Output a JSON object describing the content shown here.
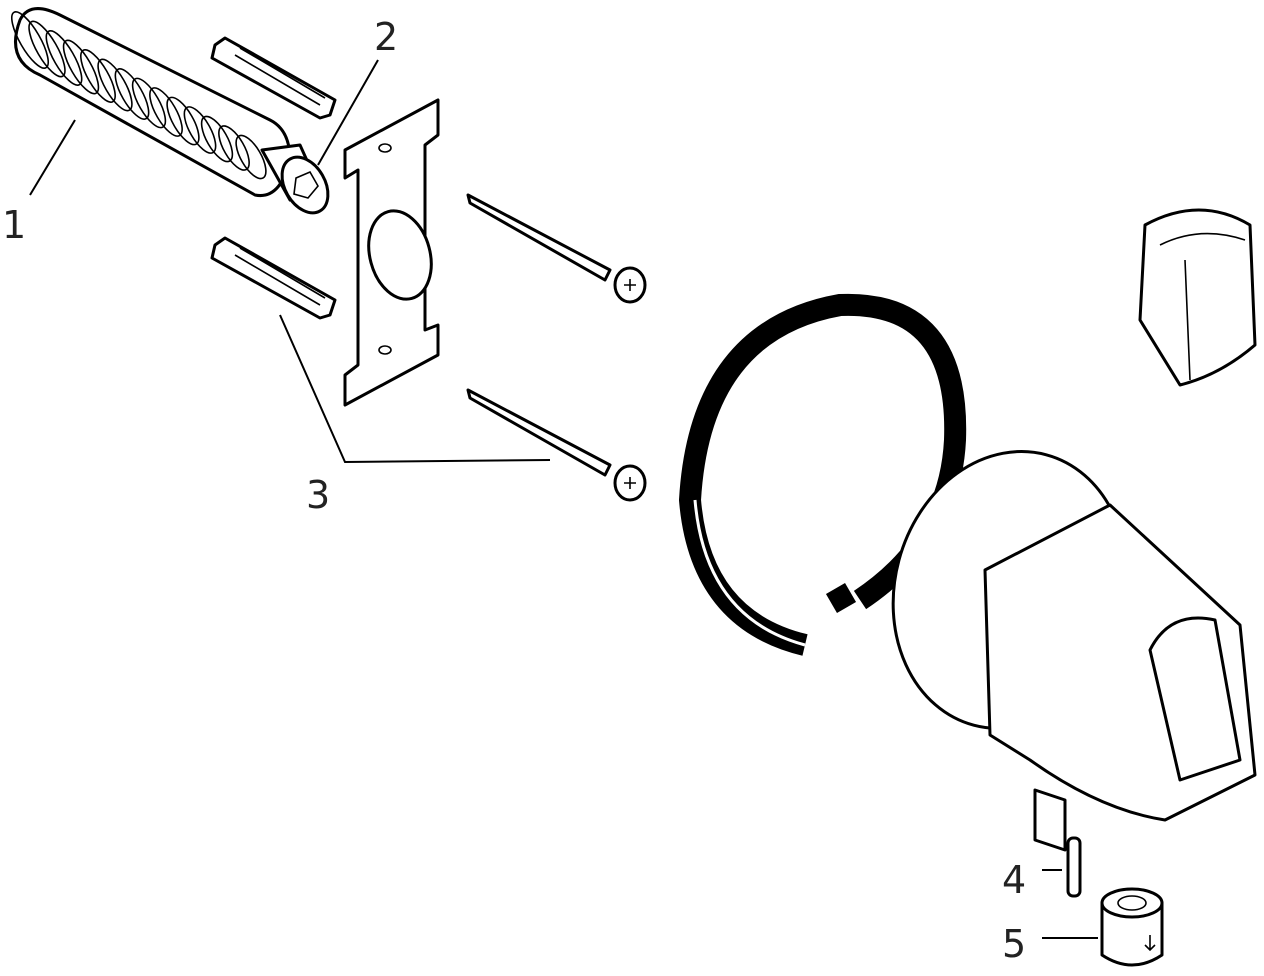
{
  "diagram": {
    "type": "exploded-parts-view",
    "callouts": [
      {
        "number": "1",
        "part": "hose"
      },
      {
        "number": "2",
        "part": "connector"
      },
      {
        "number": "3",
        "part": "wall-plugs-and-screws"
      },
      {
        "number": "4",
        "part": "pin"
      },
      {
        "number": "5",
        "part": "filter-insert"
      }
    ]
  }
}
